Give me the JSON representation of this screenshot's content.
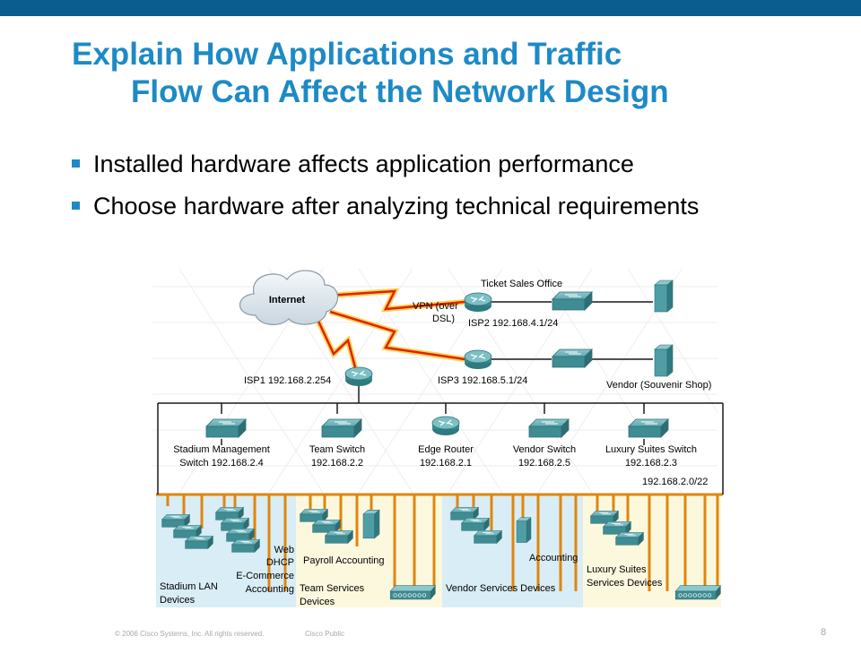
{
  "slide": {
    "title_line1": "Explain How Applications and Traffic",
    "title_line2": "Flow Can Affect the Network Design",
    "bullets": [
      "Installed hardware affects application performance",
      "Choose hardware after analyzing technical requirements"
    ],
    "copyright": "© 2006 Cisco Systems, Inc. All rights reserved.",
    "classification": "Cisco Public",
    "page_number": "8"
  },
  "diagram": {
    "cloud": "Internet",
    "vpn_label": [
      "VPN (over",
      "DSL)"
    ],
    "ticket_office": "Ticket Sales Office",
    "isp2": "ISP2 192.168.4.1/24",
    "isp3": "ISP3 192.168.5.1/24",
    "isp1": "ISP1 192.168.2.254",
    "vendor_shop": "Vendor (Souvenir Shop)",
    "devices": [
      {
        "name": "Stadium Management",
        "ip": "Switch 192.168.2.4"
      },
      {
        "name": "Team Switch",
        "ip": "192.168.2.2"
      },
      {
        "name": "Edge Router",
        "ip": "192.168.2.1"
      },
      {
        "name": "Vendor Switch",
        "ip": "192.168.2.5"
      },
      {
        "name": "Luxury Suites Switch",
        "ip": "192.168.2.3"
      }
    ],
    "subnet": "192.168.2.0/22",
    "server_labels": [
      "Web",
      "DHCP",
      "E-Commerce",
      "Accounting"
    ],
    "payroll": "Payroll Accounting",
    "vendor_accounting": "Accounting",
    "zones": [
      [
        "Stadium LAN",
        "Devices"
      ],
      [
        "Team Services",
        "Devices"
      ],
      [
        "Vendor Services Devices"
      ],
      [
        "Luxury Suites",
        "Services Devices"
      ]
    ]
  },
  "colors": {
    "title": "#1d8ac6",
    "top_bar": "#0a5d8f",
    "zone_blue": "#d8edf5",
    "zone_yellow": "#fcf8de",
    "bus_orange": "#e0860c",
    "wan_red": "#e02010",
    "device_teal": "#4f9ea5"
  }
}
